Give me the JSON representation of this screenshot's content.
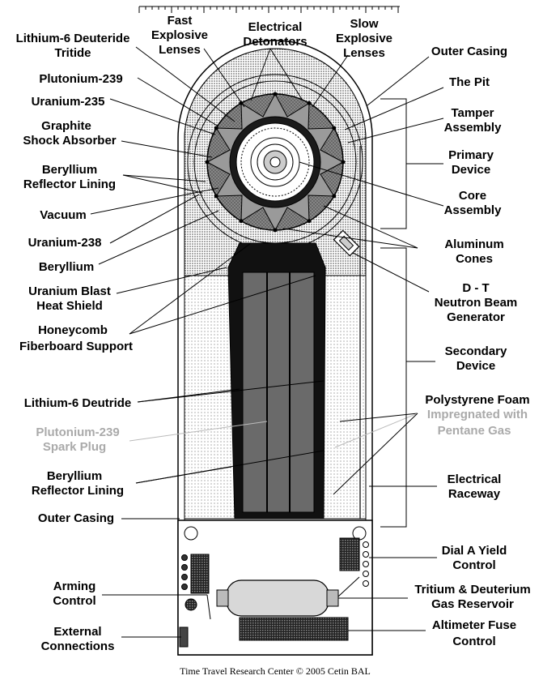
{
  "labels": {
    "fast_explosive_lenses": [
      "Fast",
      "Explosive",
      "Lenses"
    ],
    "electrical_detonators": [
      "Electrical",
      "Detonators"
    ],
    "slow_explosive_lenses": [
      "Slow",
      "Explosive",
      "Lenses"
    ],
    "lithium6_deuteride_tritide": [
      "Lithium-6 Deuteride",
      "Tritide"
    ],
    "plutonium239": [
      "Plutonium-239"
    ],
    "uranium235": [
      "Uranium-235"
    ],
    "graphite_shock_absorber": [
      "Graphite",
      "Shock Absorber"
    ],
    "beryllium_reflector_lining_top": [
      "Beryllium",
      "Reflector Lining"
    ],
    "vacuum": [
      "Vacuum"
    ],
    "uranium238": [
      "Uranium-238"
    ],
    "beryllium": [
      "Beryllium"
    ],
    "uranium_blast_heat_shield": [
      "Uranium Blast",
      "Heat Shield"
    ],
    "honeycomb_fiberboard_support": [
      "Honeycomb",
      "Fiberboard Support"
    ],
    "lithium6_deutride": [
      "Lithium-6 Deutride"
    ],
    "plutonium239_spark_plug": [
      "Plutonium-239",
      "Spark Plug"
    ],
    "beryllium_reflector_lining_bottom": [
      "Beryllium",
      "Reflector Lining"
    ],
    "outer_casing_left": [
      "Outer Casing"
    ],
    "arming_control": [
      "Arming",
      "Control"
    ],
    "external_connections": [
      "External",
      "Connections"
    ],
    "outer_casing_right": [
      "Outer Casing"
    ],
    "the_pit": [
      "The Pit"
    ],
    "tamper_assembly": [
      "Tamper",
      "Assembly"
    ],
    "primary_device": [
      "Primary",
      "Device"
    ],
    "core_assembly": [
      "Core",
      "Assembly"
    ],
    "aluminum_cones": [
      "Aluminum",
      "Cones"
    ],
    "dt_neutron_beam_generator": [
      "D - T",
      "Neutron Beam",
      "Generator"
    ],
    "secondary_device": [
      "Secondary",
      "Device"
    ],
    "polystyrene_foam": [
      "Polystyrene Foam"
    ],
    "polystyrene_foam_faint": [
      "Impregnated with",
      "Pentane Gas"
    ],
    "electrical_raceway": [
      "Electrical",
      "Raceway"
    ],
    "dial_a_yield_control": [
      "Dial A Yield",
      "Control"
    ],
    "tritium_deuterium_gas_reservoir": [
      "Tritium & Deuterium",
      "Gas Reservoir"
    ],
    "altimeter_fuse_control": [
      "Altimeter Fuse",
      "Control"
    ]
  },
  "credit": "Time Travel Research Center © 2005 Cetin BAL",
  "colors": {
    "stroke": "#000000",
    "stipple": "#777777",
    "faint_text": "#aaaaaa",
    "dark_fill": "#1a1a1a",
    "mid_fill": "#888888"
  }
}
